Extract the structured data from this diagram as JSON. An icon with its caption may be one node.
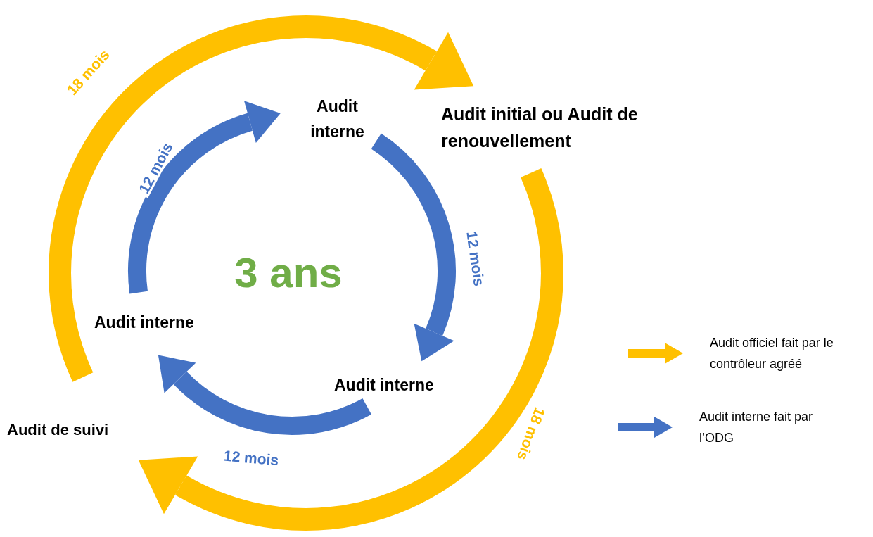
{
  "diagram": {
    "nodes": [
      {
        "text": [
          "Audit initial ou Audit de renouvellement"
        ]
      },
      {
        "text": [
          "Audit de suivi"
        ]
      },
      {
        "text": [
          "Audit interne"
        ]
      },
      {
        "text": [
          "Audit interne"
        ]
      },
      {
        "text": [
          "Audit interne"
        ]
      }
    ],
    "edges": [
      {
        "from": 1,
        "to": 0,
        "arrow": "to",
        "label": "18 mois",
        "color": "#ffc000"
      },
      {
        "from": 0,
        "to": 1,
        "arrow": "to",
        "label": "18 mois",
        "color": "#ffc000"
      },
      {
        "from": 4,
        "to": 2,
        "arrow": "to",
        "label": "12 mois"
      },
      {
        "from": 2,
        "to": 3,
        "arrow": "to",
        "label": "12 mois"
      },
      {
        "from": 3,
        "to": 4,
        "arrow": "to",
        "label": "12 mois"
      }
    ],
    "labels": [
      "3 ans"
    ],
    "legend": [
      {
        "text": "Audit officiel fait par le contrôleur agréé",
        "color": "#ffc000"
      },
      {
        "text": "Audit interne fait par l’ODG",
        "color": "#4472c4"
      }
    ]
  }
}
